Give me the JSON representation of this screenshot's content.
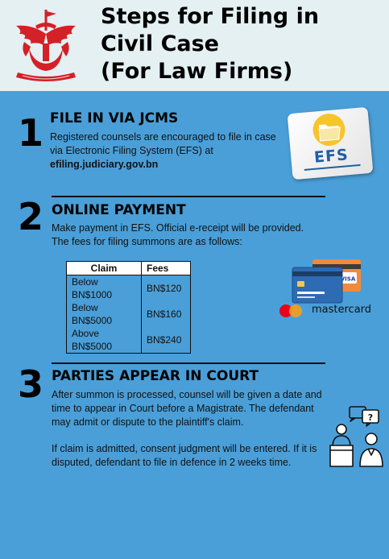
{
  "header": {
    "title_lines": [
      "Steps for Filing in",
      "Civil Case",
      "(For Law Firms)"
    ],
    "emblem_icon": "brunei-crest-icon",
    "background": "#e4f0f2"
  },
  "theme": {
    "page_background": "#4a9fd8",
    "emblem_red": "#d42027"
  },
  "steps": [
    {
      "number": "1",
      "heading": "FILE IN VIA JCMS",
      "text_before": "Registered counsels are encouraged to file in case via Electronic Filing System (EFS) at ",
      "link_text": "efiling.judiciary.gov.bn",
      "icon": "efs-folder-icon",
      "badge_text": "EFS"
    },
    {
      "number": "2",
      "heading": "ONLINE PAYMENT",
      "text": "Make payment in EFS. Official e-receipt will be provided. The fees for filing summons are as follows:",
      "icon": "credit-cards-icon",
      "card_brand_visa": "VISA",
      "card_brand_mc": "mastercard",
      "fee_table": {
        "headers": [
          "Claim",
          "Fees"
        ],
        "rows": [
          [
            "Below BN$1000",
            "BN$120"
          ],
          [
            "Below BN$5000",
            "BN$160"
          ],
          [
            "Above BN$5000",
            "BN$240"
          ]
        ]
      }
    },
    {
      "number": "3",
      "heading": "PARTIES APPEAR IN COURT",
      "text_1": "After summon is processed, counsel will be given a date and time to appear in Court before a Magistrate. The defendant may admit or dispute to the plaintiff's claim.",
      "text_2": "If claim is admitted, consent judgment will be entered. If it is disputed, defendant to file in defence in 2 weeks time.",
      "icon": "court-hearing-icon"
    }
  ]
}
